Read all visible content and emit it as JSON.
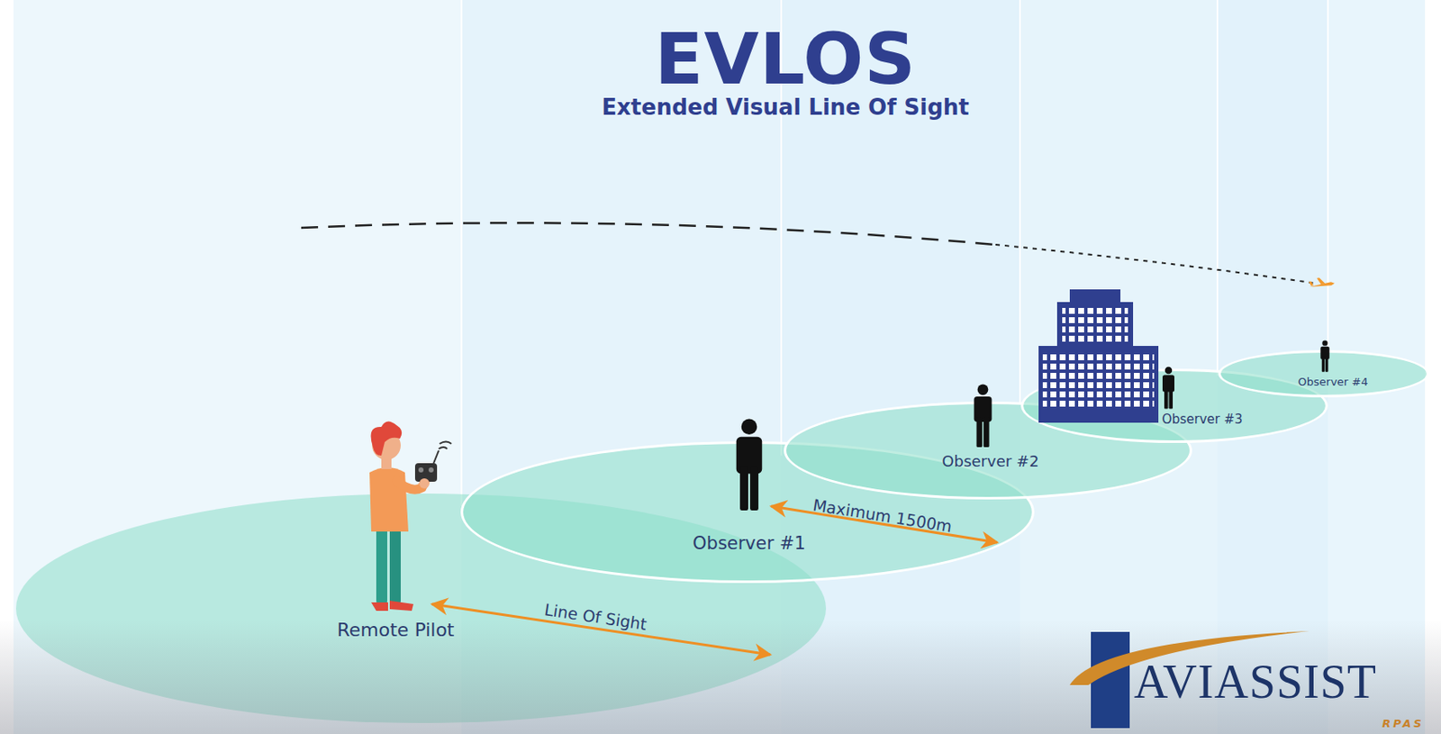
{
  "diagram": {
    "title": "EVLOS",
    "nodes": [
      {
        "text": [
          "Remote Pilot"
        ]
      },
      {
        "text": [
          "Observer #1"
        ]
      },
      {
        "text": [
          "Observer #2"
        ]
      },
      {
        "text": [
          "Observer #3"
        ]
      },
      {
        "text": [
          "Observer #4"
        ]
      }
    ],
    "labels": [
      "Extended Visual Line Of Sight",
      "Line Of Sight",
      "Maximum 1500m",
      "AVIASSIST",
      "RPAS"
    ]
  }
}
